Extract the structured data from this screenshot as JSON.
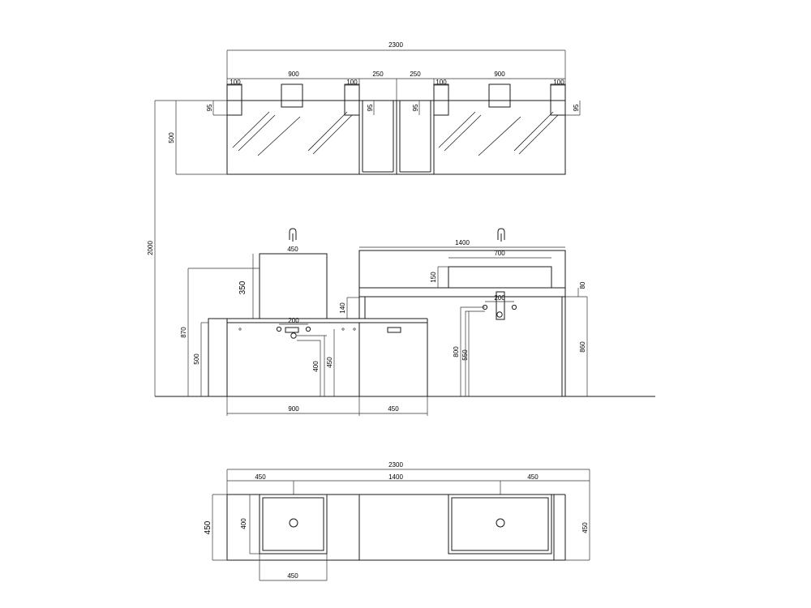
{
  "mirror": {
    "total": "2300",
    "left_width": "900",
    "right_width": "900",
    "gap_left": "250",
    "gap_right": "250",
    "side_100_a": "100",
    "side_100_b": "100",
    "side_100_c": "100",
    "side_100_d": "100",
    "light_95_a": "95",
    "light_95_b": "95",
    "light_95_c": "95",
    "light_95_d": "95",
    "height": "500",
    "overall_height": "2000"
  },
  "elevation": {
    "left_box_width": "450",
    "left_box_height": "350",
    "left_cabinet_height": "870",
    "left_base_height": "500",
    "left_tap_spacing": "200",
    "left_drain_height": "400",
    "left_supply_height": "450",
    "step_140": "140",
    "right_counter_width": "1400",
    "basin_width": "700",
    "basin_height": "150",
    "counter_thickness": "80",
    "right_tap_spacing": "200",
    "right_800": "800",
    "right_550": "550",
    "right_860": "860",
    "bottom_900": "900",
    "bottom_450": "450"
  },
  "plan": {
    "total": "2300",
    "left": "450",
    "middle": "1400",
    "right": "450",
    "depth_left": "450",
    "basin_depth": "400",
    "depth_right": "450",
    "bottom_width": "450"
  }
}
